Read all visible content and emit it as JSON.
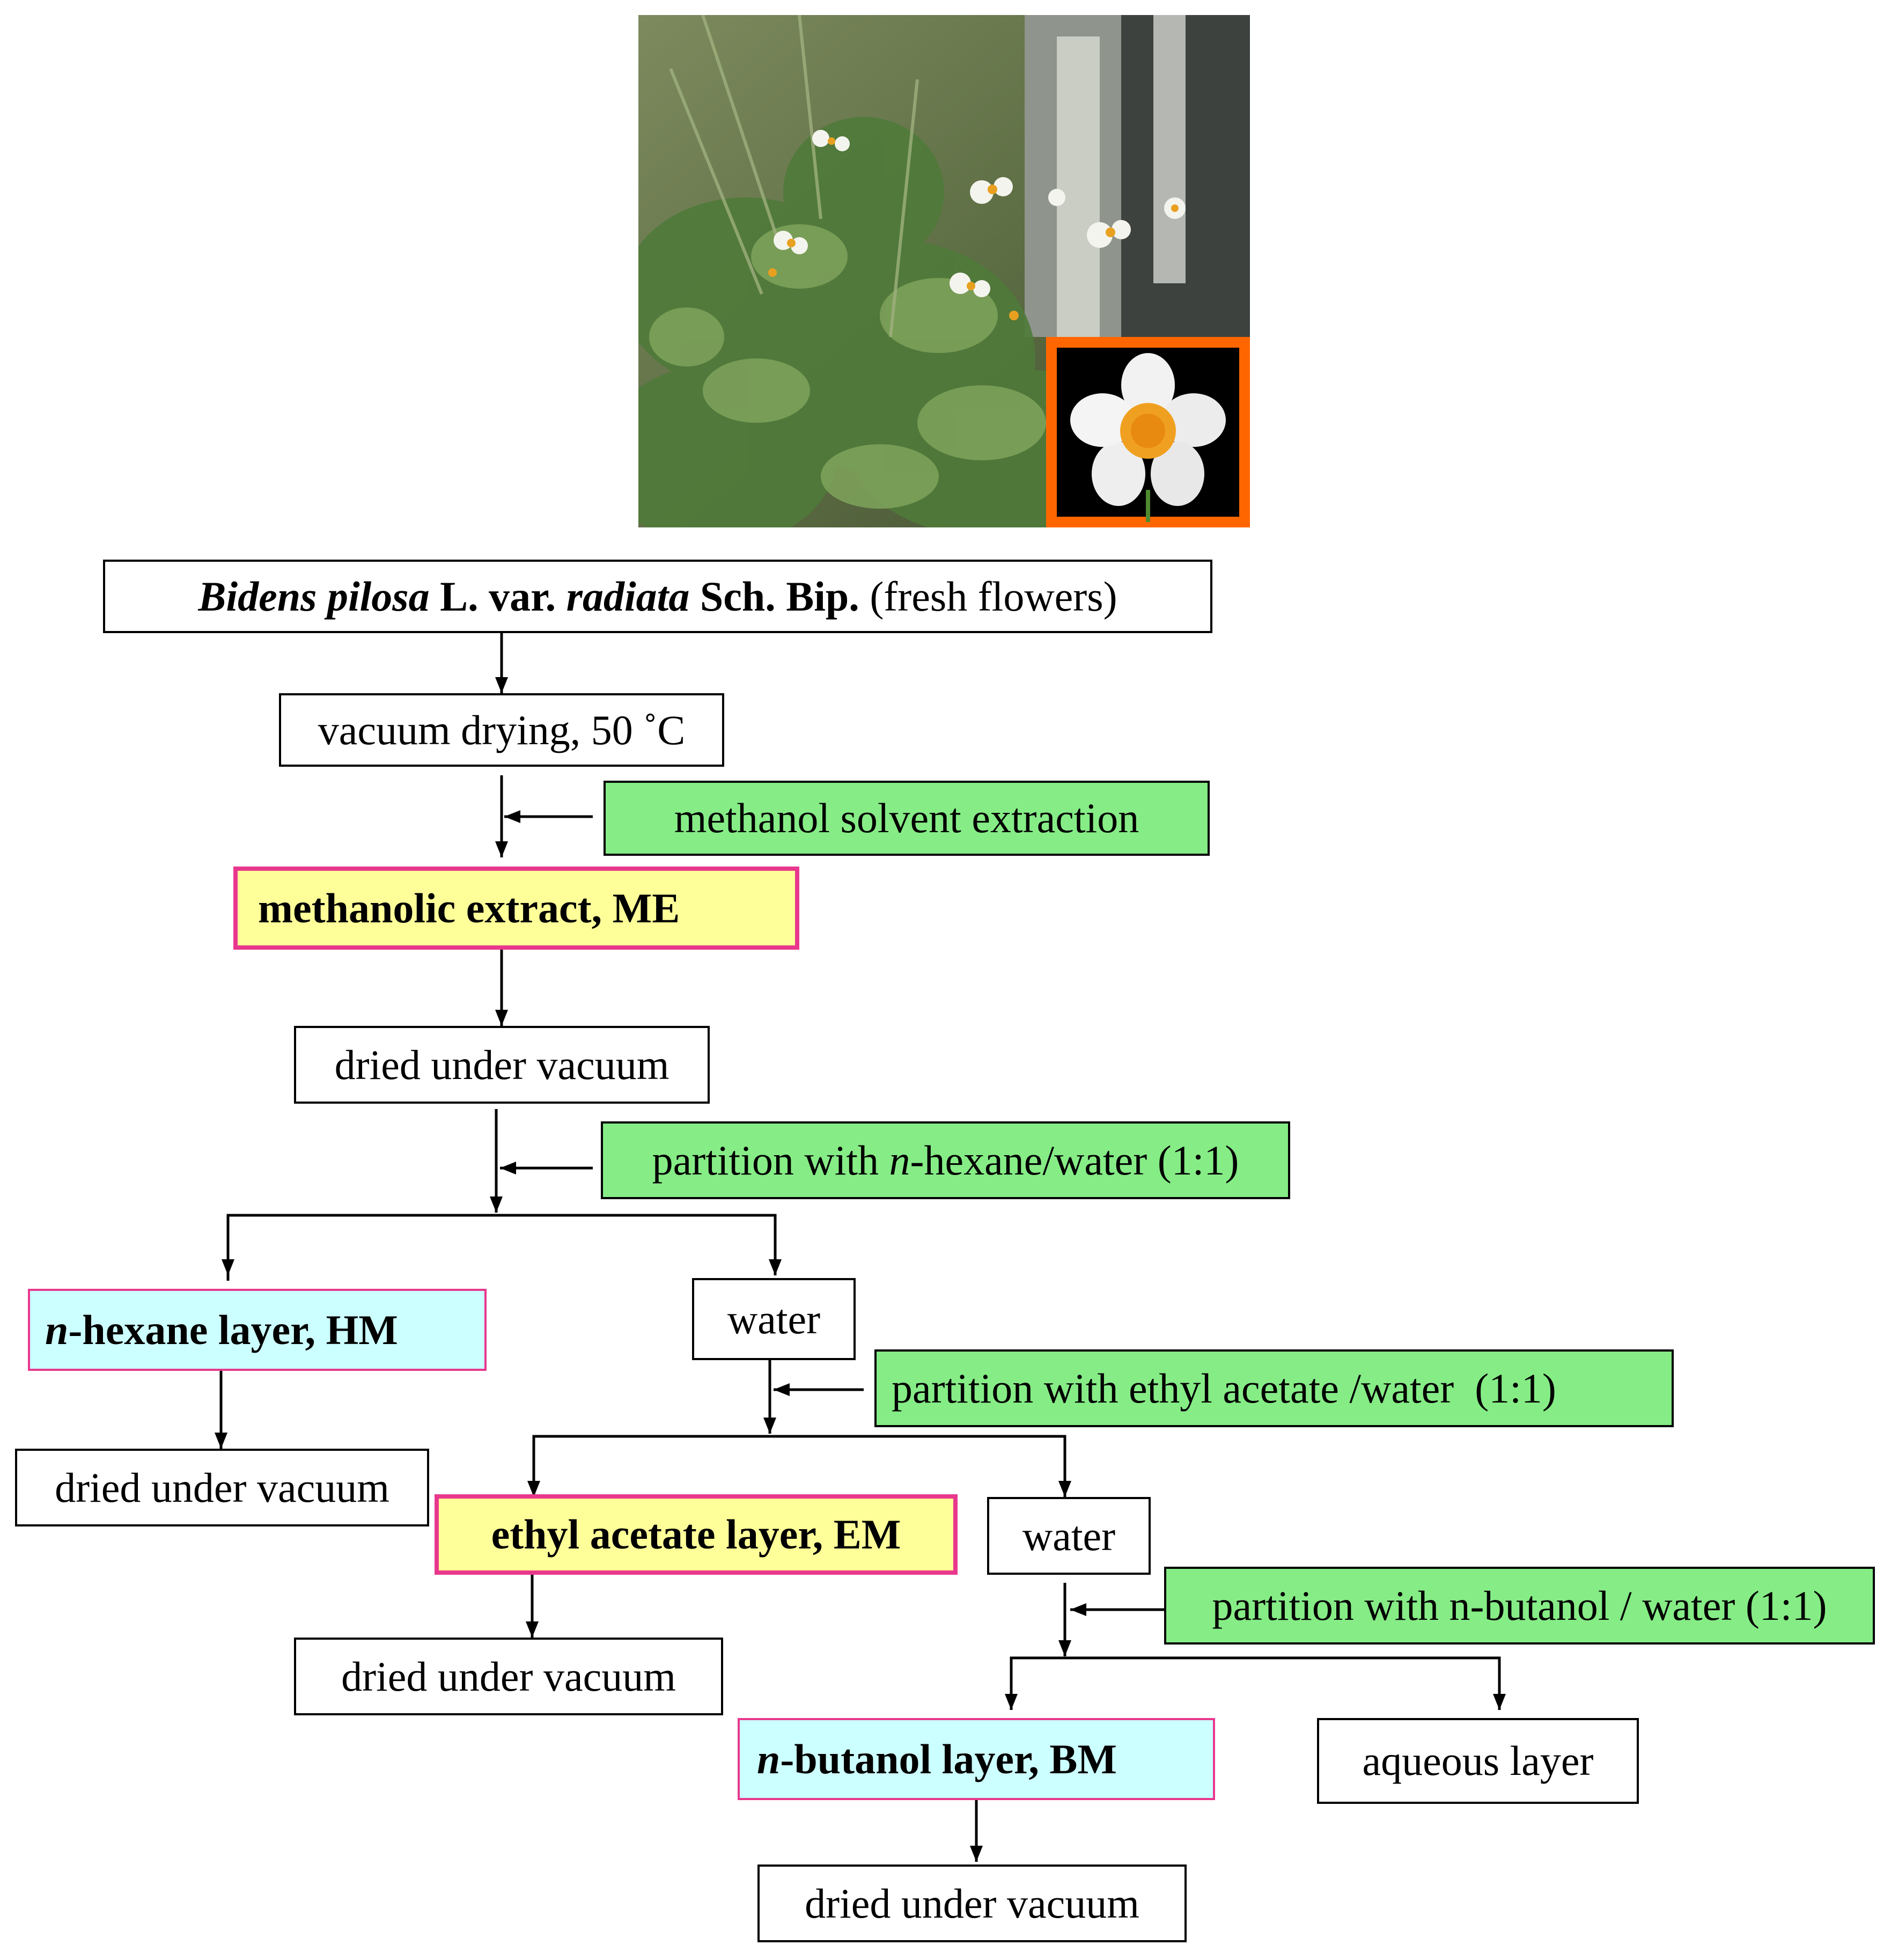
{
  "images": {
    "plant_photo": "Bidens pilosa plant photo",
    "flower_inset": "flower close-up inset"
  },
  "colors": {
    "process_step": "#86ec86",
    "major_fraction": "#ffff99",
    "minor_fraction": "#ccffff",
    "fraction_border": "#e8388d",
    "inset_frame": "#ff6600"
  },
  "nodes": {
    "source": {
      "genus_species": "Bidens pilosa",
      "l_var": " L. var. ",
      "variety": "radiata",
      "authority": " Sch. Bip.",
      "part": " (fresh flowers)"
    },
    "vacuum_drying": "vacuum drying, 50 ˚C",
    "methanol_extraction": "methanol solvent extraction",
    "methanolic_extract": "methanolic extract, ME",
    "dried_1": "dried under vacuum",
    "partition_hexane": {
      "prefix": "partition with ",
      "n": "n",
      "suffix": "-hexane/water (1:1)"
    },
    "hexane_layer": {
      "n": "n",
      "suffix": "-hexane layer, HM"
    },
    "water_1": "water",
    "partition_ethyl": "partition with ethyl acetate /water  (1:1)",
    "dried_hexane": "dried under vacuum",
    "ethyl_layer": "ethyl acetate layer, EM",
    "water_2": "water",
    "partition_butanol": "partition with n-butanol / water (1:1)",
    "dried_ethyl": "dried under vacuum",
    "butanol_layer": {
      "n": "n",
      "suffix": "-butanol layer, BM"
    },
    "aqueous_layer": "aqueous layer",
    "dried_butanol": "dried under vacuum"
  }
}
